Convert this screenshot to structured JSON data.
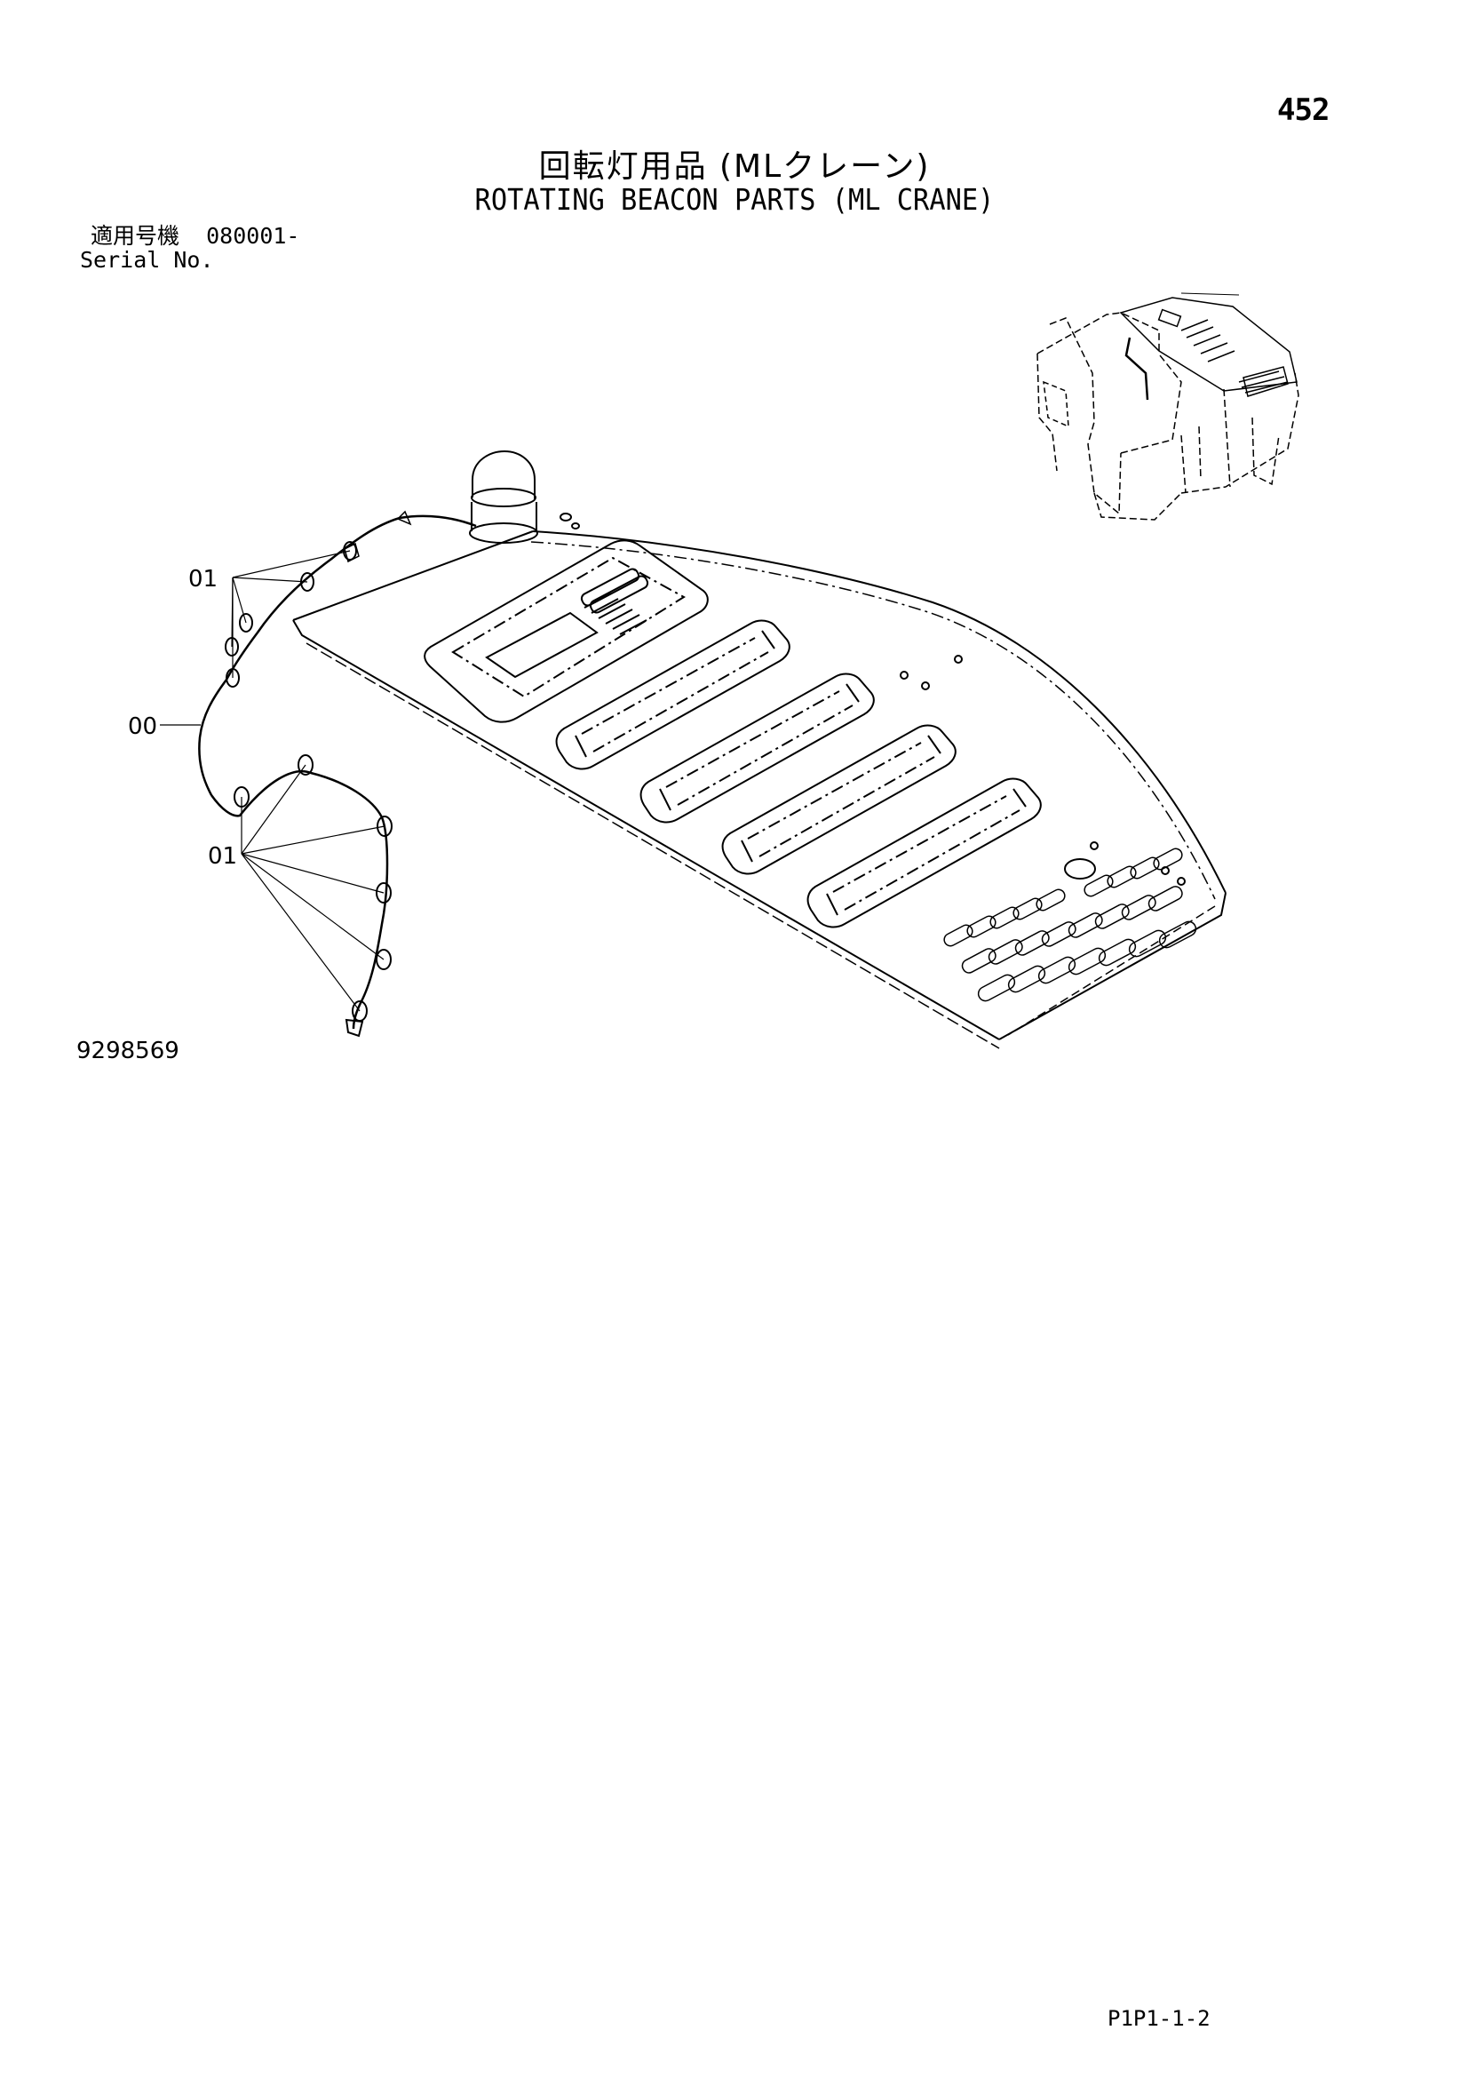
{
  "page_number": "452",
  "title_jp": "回転灯用品 (MLクレーン)",
  "title_en": "ROTATING BEACON PARTS (ML CRANE)",
  "serial": {
    "label_jp": "適用号機",
    "value": "080001-",
    "label_en": "Serial No."
  },
  "callouts": {
    "clamp_top": "01",
    "harness": "00",
    "clamp_bottom": "01"
  },
  "drawing_id": "9298569",
  "footer_code": "P1P1-1-2"
}
